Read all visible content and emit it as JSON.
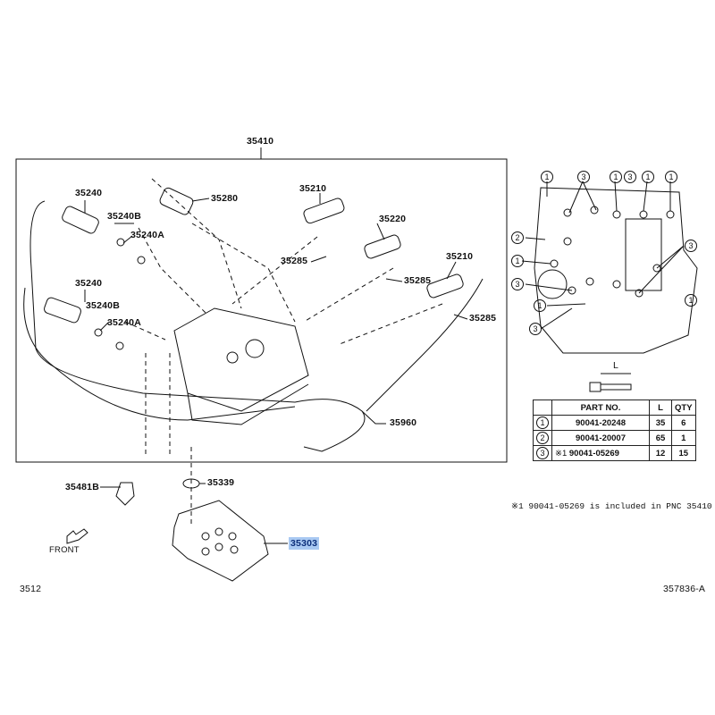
{
  "diagram_code": "3512",
  "illustration_id": "357836-A",
  "assembly_label": "35410",
  "labels": {
    "p35240_top": "35240",
    "p35240b_top": "35240B",
    "p35240a_top": "35240A",
    "p35280": "35280",
    "p35210_a": "35210",
    "p35220": "35220",
    "p35285_a": "35285",
    "p35285_b": "35285",
    "p35210_b": "35210",
    "p35285_c": "35285",
    "p35240_bot": "35240",
    "p35240b_bot": "35240B",
    "p35240a_bot": "35240A",
    "p35960": "35960",
    "p35339": "35339",
    "p35481b": "35481B",
    "p35303": "35303",
    "front": "FRONT"
  },
  "bolt_dimension_label": "L",
  "callouts": [
    "1",
    "2",
    "3"
  ],
  "bolt_table": {
    "headers": [
      "",
      "PART NO.",
      "L",
      "QTY"
    ],
    "rows": [
      {
        "ref": "1",
        "note": "",
        "part_no": "90041-20248",
        "l": "35",
        "qty": "6"
      },
      {
        "ref": "2",
        "note": "",
        "part_no": "90041-20007",
        "l": "65",
        "qty": "1"
      },
      {
        "ref": "3",
        "note": "※1",
        "part_no": "90041-05269",
        "l": "12",
        "qty": "15"
      }
    ]
  },
  "footnote": "※1  90041-05269 is included in PNC 35410",
  "highlight_color": "#a9c9f2"
}
